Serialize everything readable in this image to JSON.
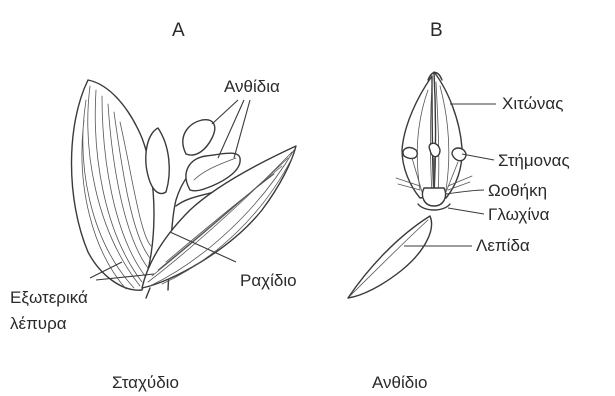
{
  "panels": {
    "a": {
      "letter": "A",
      "labels": {
        "spikelets": "Ανθίδια",
        "rachilla": "Ραχίδιο",
        "outer_glumes_line1": "Εξωτερικά",
        "outer_glumes_line2": "λέπυρα"
      },
      "caption": "Σταχύδιο"
    },
    "b": {
      "letter": "B",
      "labels": {
        "tunic": "Χιτώνας",
        "stamen": "Στήμονας",
        "ovary": "Ωοθήκη",
        "lodicule": "Γλωχίνα",
        "lemma": "Λεπίδα"
      },
      "caption": "Ανθίδιο"
    }
  },
  "colors": {
    "ink": "#3a3a3a",
    "text": "#2a2a2a",
    "background": "#ffffff"
  }
}
